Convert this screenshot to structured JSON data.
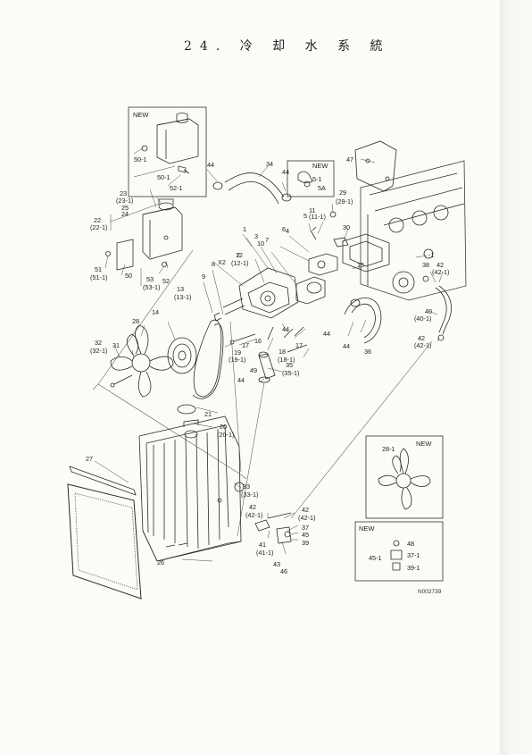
{
  "title": "24. 冷 却 水 系 統",
  "inset_new_top": {
    "title": "NEW",
    "labels": [
      "50-1",
      "50-1",
      "52-1"
    ]
  },
  "inset_new_tr": {
    "title": "NEW",
    "labels": [
      "5-1",
      "5A"
    ]
  },
  "inset_new_fan": {
    "title": "NEW",
    "labels": [
      "28-1"
    ]
  },
  "inset_new_parts": {
    "title": "NEW",
    "labels": [
      "48",
      "37-1",
      "45-1",
      "39-1"
    ]
  },
  "drawing_code": "N002739",
  "labels": [
    {
      "id": "l-1",
      "text": "1"
    },
    {
      "id": "l-2",
      "text": "2"
    },
    {
      "id": "l-3",
      "text": "3"
    },
    {
      "id": "l-4",
      "text": "4"
    },
    {
      "id": "l-5",
      "text": "5"
    },
    {
      "id": "l-5b",
      "text": "(11-1)"
    },
    {
      "id": "l-6",
      "text": "6"
    },
    {
      "id": "l-7",
      "text": "7"
    },
    {
      "id": "l-8",
      "text": "8"
    },
    {
      "id": "l-9",
      "text": "9"
    },
    {
      "id": "l-10",
      "text": "10"
    },
    {
      "id": "l-11",
      "text": "11"
    },
    {
      "id": "l-12",
      "text": "12"
    },
    {
      "id": "l-12b",
      "text": "(12-1)"
    },
    {
      "id": "l-13",
      "text": "13"
    },
    {
      "id": "l-13b",
      "text": "(13-1)"
    },
    {
      "id": "l-14",
      "text": "14"
    },
    {
      "id": "l-15",
      "text": "15"
    },
    {
      "id": "l-16",
      "text": "16"
    },
    {
      "id": "l-17a",
      "text": "17"
    },
    {
      "id": "l-17b",
      "text": "17"
    },
    {
      "id": "l-18",
      "text": "18"
    },
    {
      "id": "l-18b",
      "text": "(18-1)"
    },
    {
      "id": "l-18c",
      "text": "-1"
    },
    {
      "id": "l-19",
      "text": "19"
    },
    {
      "id": "l-19b",
      "text": "(19-1)"
    },
    {
      "id": "l-20",
      "text": "20"
    },
    {
      "id": "l-20b",
      "text": "(20-1)"
    },
    {
      "id": "l-21",
      "text": "21"
    },
    {
      "id": "l-22",
      "text": "22"
    },
    {
      "id": "l-22b",
      "text": "(22-1)"
    },
    {
      "id": "l-23",
      "text": "23"
    },
    {
      "id": "l-23b",
      "text": "(23-1)"
    },
    {
      "id": "l-25",
      "text": "25"
    },
    {
      "id": "l-24",
      "text": "24"
    },
    {
      "id": "l-26",
      "text": "26"
    },
    {
      "id": "l-27",
      "text": "27"
    },
    {
      "id": "l-28",
      "text": "28"
    },
    {
      "id": "l-29",
      "text": "29"
    },
    {
      "id": "l-29b",
      "text": "(29-1)"
    },
    {
      "id": "l-30",
      "text": "30"
    },
    {
      "id": "l-31",
      "text": "31"
    },
    {
      "id": "l-32",
      "text": "32"
    },
    {
      "id": "l-32b",
      "text": "(32-1)"
    },
    {
      "id": "l-33",
      "text": "33"
    },
    {
      "id": "l-33b",
      "text": "(33-1)"
    },
    {
      "id": "l-34",
      "text": "34"
    },
    {
      "id": "l-35",
      "text": "35"
    },
    {
      "id": "l-35b",
      "text": "(35-1)"
    },
    {
      "id": "l-36",
      "text": "36"
    },
    {
      "id": "l-37",
      "text": "37"
    },
    {
      "id": "l-38",
      "text": "38"
    },
    {
      "id": "l-39",
      "text": "39"
    },
    {
      "id": "l-40",
      "text": "40"
    },
    {
      "id": "l-40b",
      "text": "(40-1)"
    },
    {
      "id": "l-41",
      "text": "41"
    },
    {
      "id": "l-41b",
      "text": "(41-1)"
    },
    {
      "id": "l-42a",
      "text": "42"
    },
    {
      "id": "l-42ab",
      "text": "(42-1)"
    },
    {
      "id": "l-42b",
      "text": "42"
    },
    {
      "id": "l-42bb",
      "text": "(42-1)"
    },
    {
      "id": "l-42c",
      "text": "42"
    },
    {
      "id": "l-42cb",
      "text": "(42-1)"
    },
    {
      "id": "l-42d",
      "text": "42"
    },
    {
      "id": "l-42db",
      "text": "(42-1)"
    },
    {
      "id": "l-43",
      "text": "43"
    },
    {
      "id": "l-44a",
      "text": "44"
    },
    {
      "id": "l-44b",
      "text": "44"
    },
    {
      "id": "l-44c",
      "text": "44"
    },
    {
      "id": "l-44d",
      "text": "44"
    },
    {
      "id": "l-44e",
      "text": "44"
    },
    {
      "id": "l-44f",
      "text": "44"
    },
    {
      "id": "l-45",
      "text": "45"
    },
    {
      "id": "l-46",
      "text": "46"
    },
    {
      "id": "l-47",
      "text": "47"
    },
    {
      "id": "l-49",
      "text": "49"
    },
    {
      "id": "l-50",
      "text": "50"
    },
    {
      "id": "l-51",
      "text": "51"
    },
    {
      "id": "l-51b",
      "text": "(51-1)"
    },
    {
      "id": "l-52",
      "text": "52"
    },
    {
      "id": "l-53",
      "text": "53"
    },
    {
      "id": "l-53b",
      "text": "(53-1)"
    },
    {
      "id": "l-x2",
      "text": "X2"
    }
  ]
}
